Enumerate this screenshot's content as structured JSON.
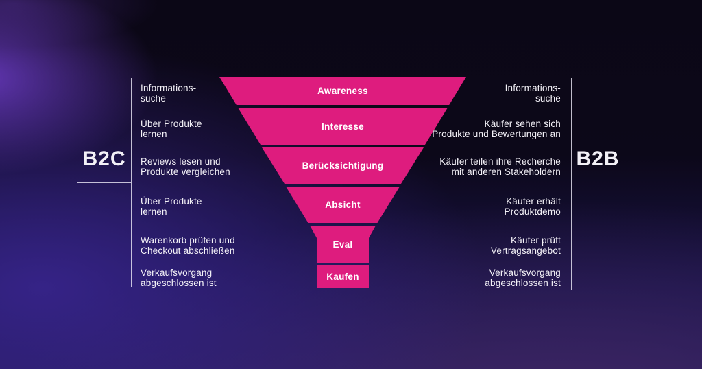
{
  "theme": {
    "funnel_pink": "#DE1C7E",
    "text_color": "#F3F1F7",
    "background_top": "#0B0716",
    "background_bottom": "#231A55",
    "divider_color": "#EEEBF8"
  },
  "b2c": {
    "label": "B2C"
  },
  "b2b": {
    "label": "B2B"
  },
  "funnel": {
    "stages": [
      {
        "label": "Awareness",
        "b2c": "Informations-\nsuche",
        "b2b": "Informations-\nsuche"
      },
      {
        "label": "Interesse",
        "b2c": "Über Produkte\nlernen",
        "b2b": "Käufer sehen sich\nProdukte und Bewertungen an"
      },
      {
        "label": "Berücksichtigung",
        "b2c": "Reviews lesen und\nProdukte vergleichen",
        "b2b": "Käufer teilen ihre Recherche\nmit anderen Stakeholdern"
      },
      {
        "label": "Absicht",
        "b2c": "Über Produkte\nlernen",
        "b2b": "Käufer erhält\nProduktdemo"
      },
      {
        "label": "Eval",
        "b2c": "Warenkorb prüfen und\nCheckout abschließen",
        "b2b": "Käufer prüft\nVertragsangebot"
      },
      {
        "label": "Kaufen",
        "b2c": "Verkaufsvorgang\nabgeschlossen ist",
        "b2b": "Verkaufsvorgang\nabgeschlossen ist"
      }
    ]
  }
}
